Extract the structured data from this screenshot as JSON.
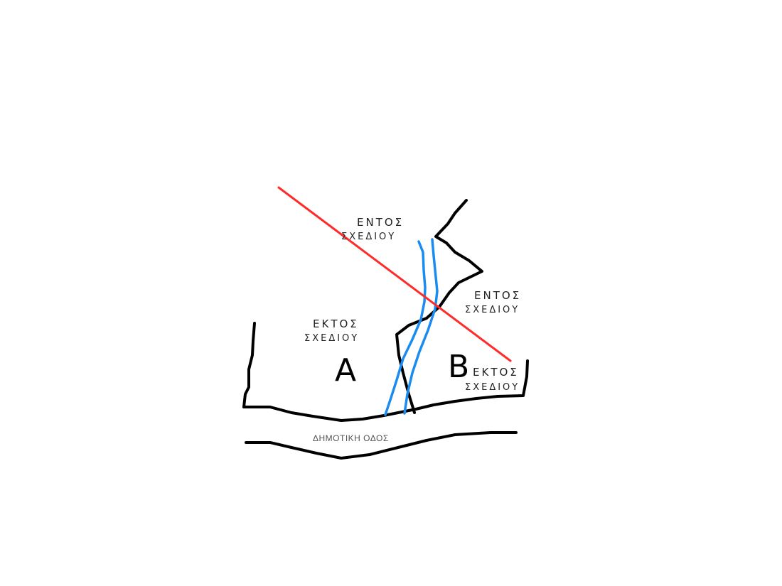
{
  "diagram": {
    "labels": {
      "top_inside": {
        "line1": "ΕΝΤΟΣ",
        "line2": "ΣΧΕΔΙΟΥ"
      },
      "right_inside": {
        "line1": "ΕΝΤΟΣ",
        "line2": "ΣΧΕΔΙΟΥ"
      },
      "left_outside": {
        "line1": "ΕΚΤΟΣ",
        "line2": "ΣΧΕΔΙΟΥ"
      },
      "right_outside": {
        "line1": "ΕΚΤΟΣ",
        "line2": "ΣΧΕΔΙΟΥ"
      },
      "plot_a": "A",
      "plot_b": "B",
      "road": "ΔΗΜΟΤΙΚΗ ΟΔΟΣ"
    },
    "colors": {
      "boundary": "#000000",
      "plan_limit": "#ff2a2a",
      "stream": "#1a8cf0"
    }
  }
}
